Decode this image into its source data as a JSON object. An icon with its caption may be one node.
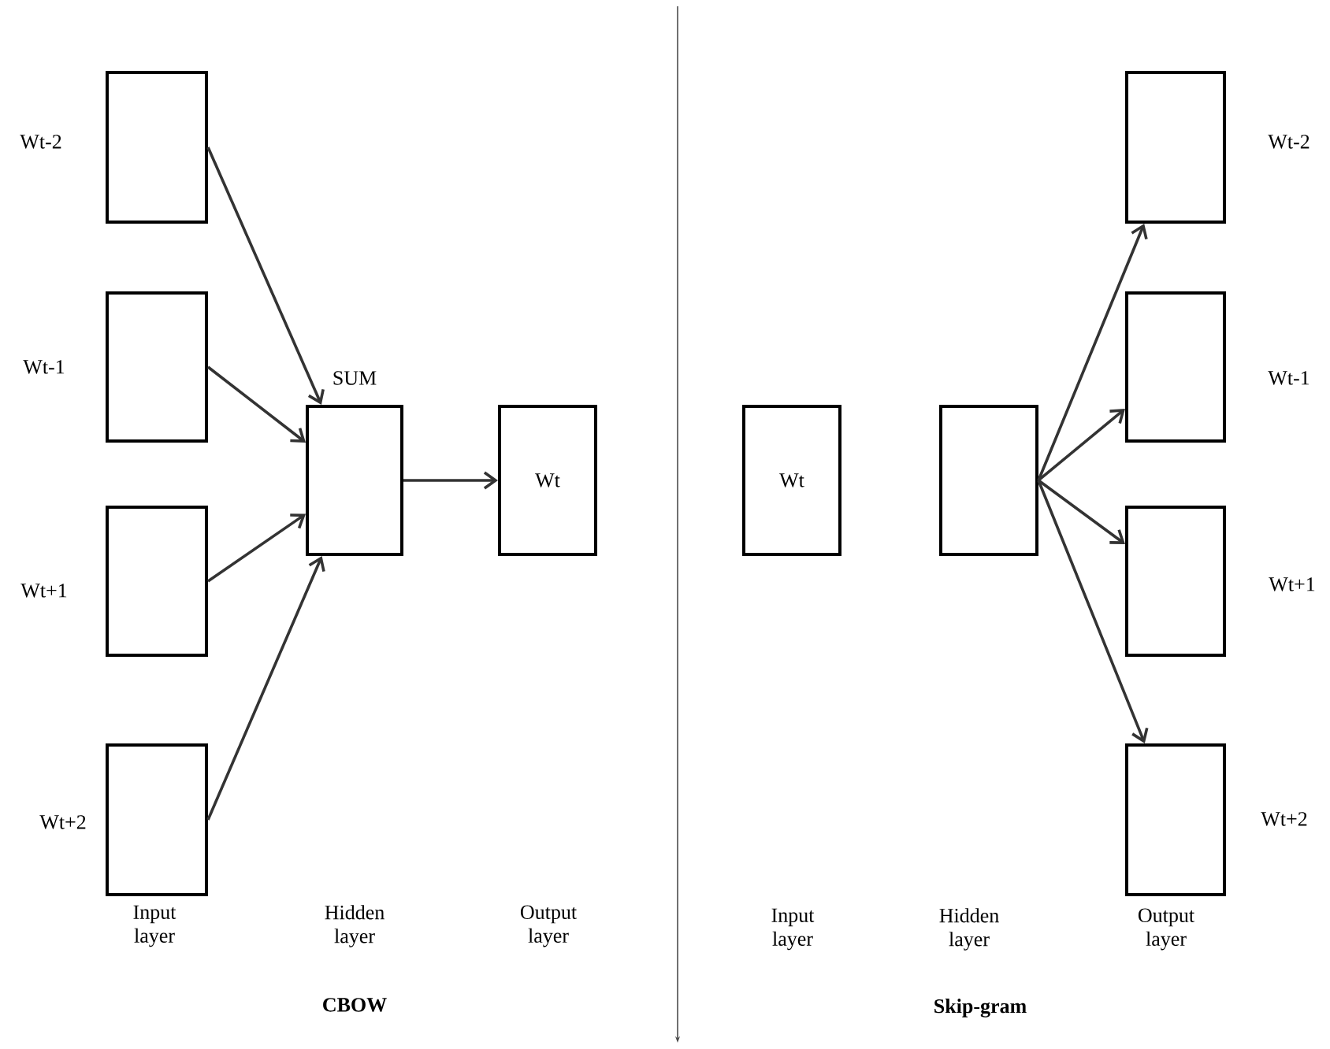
{
  "diagram": {
    "nodes": [
      {
        "text": [],
        "shape": "box",
        "beside": [
          "Wt-2"
        ]
      },
      {
        "text": [],
        "shape": "box",
        "beside": [
          "Wt-1"
        ]
      },
      {
        "text": [],
        "shape": "box",
        "beside": [
          "Wt+1"
        ]
      },
      {
        "text": [],
        "shape": "box",
        "beside": [
          "Wt+2"
        ]
      },
      {
        "text": [],
        "shape": "box",
        "beside": [
          "SUM"
        ]
      },
      {
        "text": [
          "Wt"
        ]
      },
      {
        "text": [
          "Wt"
        ]
      },
      {
        "text": [],
        "shape": "box"
      },
      {
        "text": [],
        "shape": "box",
        "beside": [
          "Wt-2"
        ]
      },
      {
        "text": [],
        "shape": "box",
        "beside": [
          "Wt-1"
        ]
      },
      {
        "text": [],
        "shape": "box",
        "beside": [
          "Wt+1"
        ]
      },
      {
        "text": [],
        "shape": "box",
        "beside": [
          "Wt+2"
        ]
      }
    ],
    "edges": [
      {
        "from": 0,
        "to": 4,
        "arrow": "to"
      },
      {
        "from": 1,
        "to": 4,
        "arrow": "to"
      },
      {
        "from": 2,
        "to": 4,
        "arrow": "to"
      },
      {
        "from": 3,
        "to": 4,
        "arrow": "to"
      },
      {
        "from": 4,
        "to": 5,
        "arrow": "to"
      },
      {
        "from": 7,
        "to": 8,
        "arrow": "to"
      },
      {
        "from": 7,
        "to": 9,
        "arrow": "to"
      },
      {
        "from": 7,
        "to": 10,
        "arrow": "to"
      },
      {
        "from": 7,
        "to": 11,
        "arrow": "to"
      }
    ],
    "labels": [
      "Input layer",
      "Hidden layer",
      "Output layer",
      "CBOW",
      "Input layer",
      "Hidden layer",
      "Output layer",
      "Skip-gram"
    ]
  }
}
